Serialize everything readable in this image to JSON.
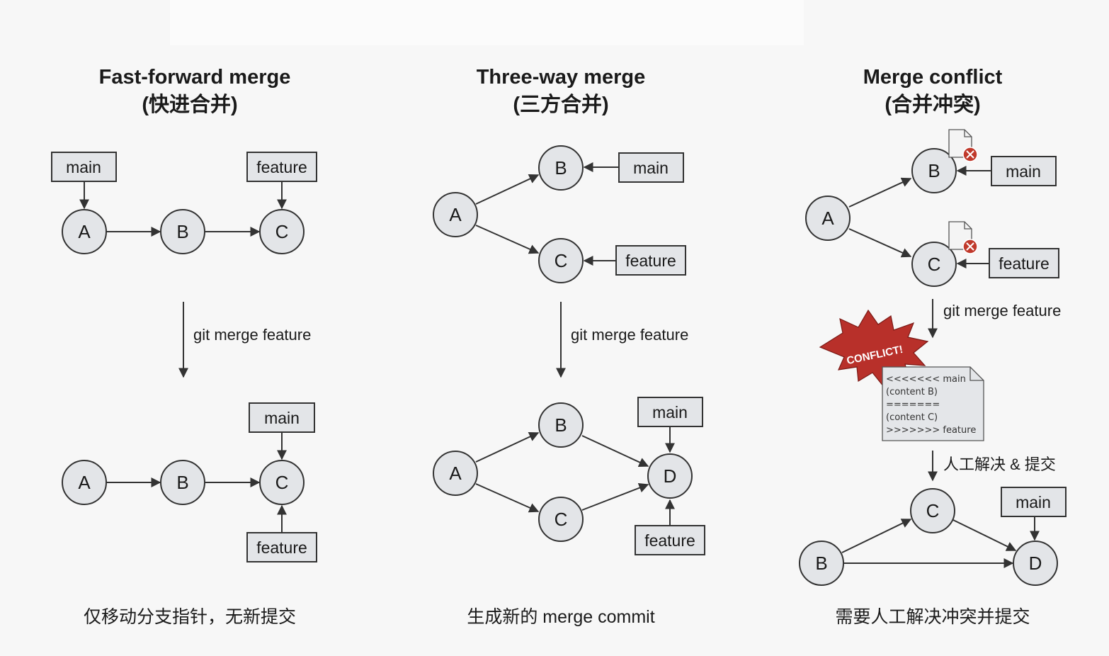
{
  "panels": {
    "fast_forward": {
      "title_en": "Fast-forward merge",
      "title_zh": "(快进合并)",
      "caption": "仅移动分支指针，无新提交",
      "command": "git merge feature",
      "nodes": {
        "a": "A",
        "b": "B",
        "c": "C"
      },
      "labels": {
        "main": "main",
        "feature": "feature"
      }
    },
    "three_way": {
      "title_en": "Three-way merge",
      "title_zh": "(三方合并)",
      "caption": "生成新的 merge commit",
      "command": "git merge feature",
      "nodes": {
        "a": "A",
        "b": "B",
        "c": "C",
        "d": "D"
      },
      "labels": {
        "main": "main",
        "feature": "feature"
      }
    },
    "conflict": {
      "title_en": "Merge conflict",
      "title_zh": "(合并冲突)",
      "caption": "需要人工解决冲突并提交",
      "command": "git merge feature",
      "resolve_step": "人工解决 & 提交",
      "conflict_badge": "CONFLICT!",
      "conflict_file_lines": [
        "<<<<<<< main",
        "(content B)",
        "=======",
        "(content C)",
        ">>>>>>> feature"
      ],
      "nodes": {
        "a": "A",
        "b": "B",
        "c": "C",
        "d": "D"
      },
      "labels": {
        "main": "main",
        "feature": "feature"
      }
    }
  },
  "colors": {
    "node_fill": "#e3e5e8",
    "stroke": "#333333",
    "conflict_red": "#b8302a",
    "background": "#f7f7f7"
  },
  "icons": [
    "conflict-file-icon",
    "conflict-x-icon",
    "conflict-burst-icon"
  ]
}
